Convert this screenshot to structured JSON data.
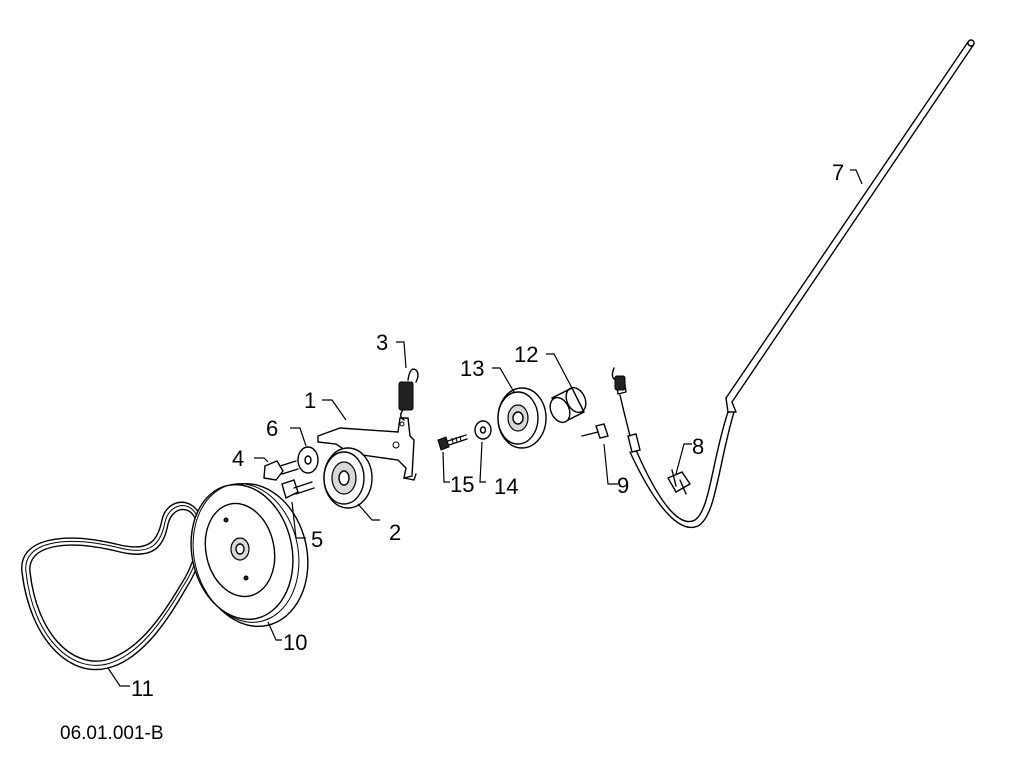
{
  "drawing_code": "06.01.001-B",
  "callouts": {
    "c1": "1",
    "c2": "2",
    "c3": "3",
    "c4": "4",
    "c5": "5",
    "c6": "6",
    "c7": "7",
    "c8": "8",
    "c9": "9",
    "c10": "10",
    "c11": "11",
    "c12": "12",
    "c13": "13",
    "c14": "14",
    "c15": "15"
  }
}
